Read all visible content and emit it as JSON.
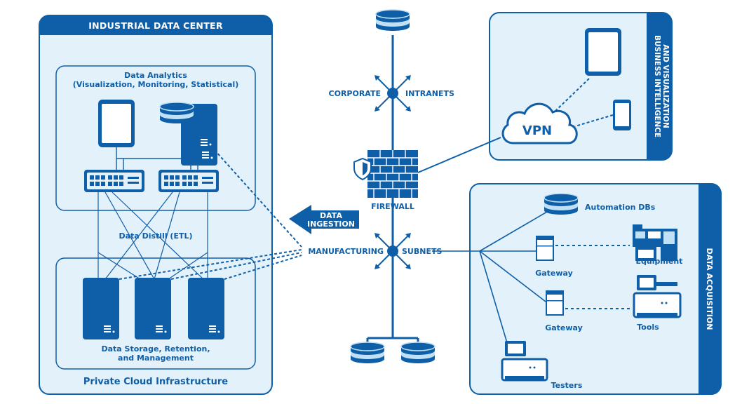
{
  "diagram": {
    "datacenter": {
      "title": "INDUSTRIAL DATA CENTER",
      "analytics_line1": "Data Analytics",
      "analytics_line2": "(Visualization, Monitoring, Statistical)",
      "distill": "Data Distill (ETL)",
      "storage_line1": "Data Storage, Retention,",
      "storage_line2": "and Management",
      "footer": "Private Cloud Infrastructure"
    },
    "center": {
      "corporate": "CORPORATE",
      "intranets": "INTRANETS",
      "firewall": "FIREWALL",
      "ingestion_line1": "DATA",
      "ingestion_line2": "INGESTION",
      "manufacturing": "MANUFACTURING",
      "subnets": "SUBNETS"
    },
    "bi": {
      "title_line1": "BUSINESS INTELLIGENCE",
      "title_line2": "AND VISUALIZATION",
      "vpn": "VPN"
    },
    "acquisition": {
      "title": "DATA ACQUISITION",
      "automation_dbs": "Automation DBs",
      "gateway_1": "Gateway",
      "gateway_2": "Gateway",
      "equipment": "Equipment",
      "tools": "Tools",
      "testers": "Testers"
    }
  },
  "colors": {
    "primary": "#0f5fa8",
    "panel_fill": "#e3f1fb",
    "inner_fill": "#ffffff",
    "icon_light": "#bfe0f5"
  },
  "icons": [
    "database-icon",
    "tablet-icon",
    "server-icon",
    "network-switch-icon",
    "network-hub-icon",
    "firewall-icon",
    "shield-icon",
    "cloud-icon",
    "smartphone-icon",
    "gateway-icon",
    "equipment-icon",
    "tools-icon",
    "tester-icon",
    "arrow-left-icon"
  ]
}
